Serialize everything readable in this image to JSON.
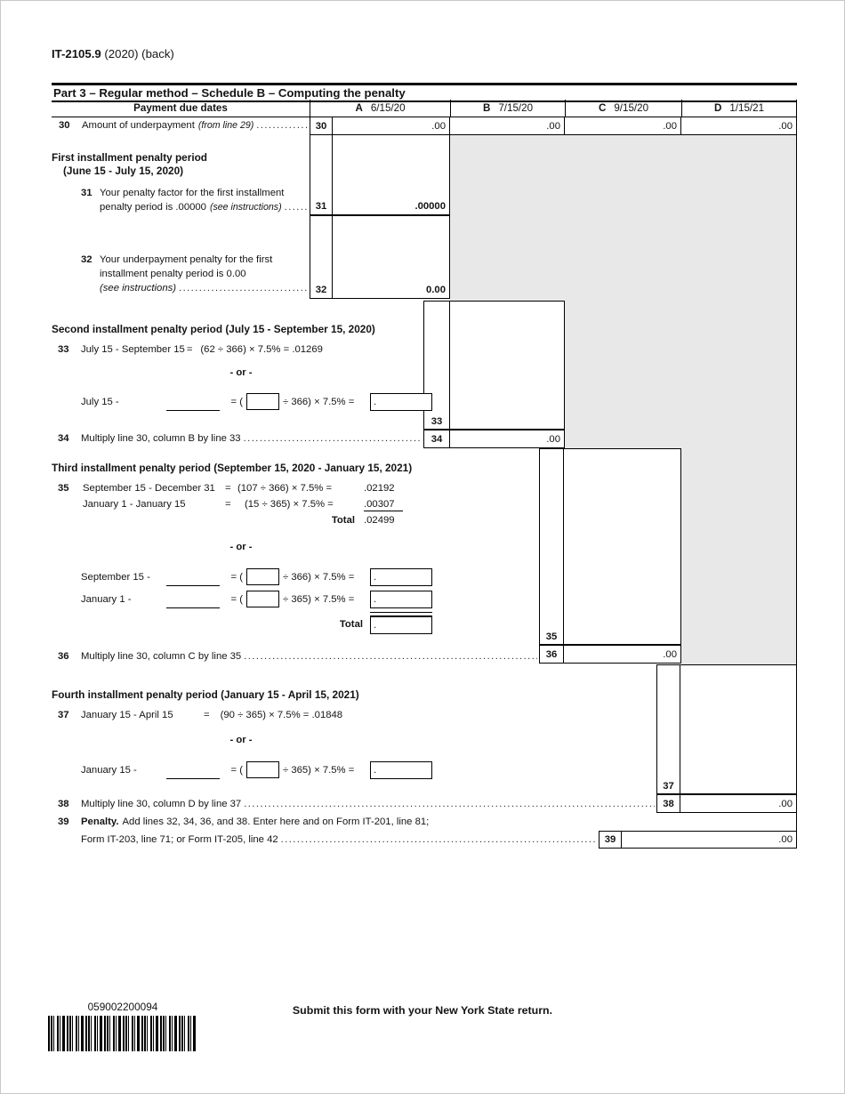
{
  "form_header": {
    "id": "IT-2105.9",
    "suffix": "(2020) (back)"
  },
  "part3": {
    "title": "Part 3 – Regular method – Schedule B – Computing the penalty"
  },
  "table_header": {
    "label": "Payment due dates",
    "columns": [
      {
        "letter": "A",
        "date": "6/15/20"
      },
      {
        "letter": "B",
        "date": "7/15/20"
      },
      {
        "letter": "C",
        "date": "9/15/20"
      },
      {
        "letter": "D",
        "date": "1/15/21"
      }
    ]
  },
  "line30": {
    "num": "30",
    "label": "Amount of underpayment",
    "note": "(from line 29)",
    "values": {
      "a": ".00",
      "b": ".00",
      "c": ".00",
      "d": ".00"
    }
  },
  "first": {
    "heading1": "First installment penalty period",
    "heading2": "(June 15 - July 15, 2020)",
    "line31": {
      "num": "31",
      "text1": "Your penalty factor for the first installment",
      "text2": "penalty period is .00000",
      "note": "(see instructions)",
      "value": ".00000"
    },
    "line32": {
      "num": "32",
      "text1": "Your underpayment penalty for the first",
      "text2": "installment penalty period is 0.00",
      "note": "(see instructions)",
      "value": "0.00"
    }
  },
  "second": {
    "heading": "Second installment penalty period (July 15 - September 15, 2020)",
    "line33": {
      "num": "33",
      "label": "July 15 - September 15",
      "eq": "=",
      "formula": "(62 ÷ 366) × 7.5% = .01269"
    },
    "or": "- or -",
    "alt": {
      "prefix": "July 15 -",
      "eq": "= (",
      "divisor": "÷ 366) × 7.5% =",
      "dot": "."
    },
    "box_num": "33",
    "line34": {
      "num": "34",
      "label": "Multiply line 30, column B by line 33",
      "value": ".00"
    }
  },
  "third": {
    "heading": "Third installment penalty period (September 15, 2020 - January 15, 2021)",
    "line35": {
      "num": "35",
      "row1": {
        "label": "September 15 - December 31",
        "eq": "=",
        "formula": "(107 ÷ 366) × 7.5% =",
        "value": ".02192"
      },
      "row2": {
        "label": "January 1 - January 15",
        "eq": "=",
        "formula": "(15 ÷ 365) × 7.5% =",
        "value": ".00307"
      },
      "total_label": "Total",
      "total_value": ".02499"
    },
    "or": "- or -",
    "alt1": {
      "prefix": "September 15 -",
      "eq": "= (",
      "divisor": "÷ 366) × 7.5% =",
      "dot": "."
    },
    "alt2": {
      "prefix": "January 1 -",
      "eq": "= (",
      "divisor": "÷ 365) × 7.5% =",
      "dot": "."
    },
    "alt_total_label": "Total",
    "alt_total_dot": ".",
    "box_num": "35",
    "line36": {
      "num": "36",
      "label": "Multiply line 30, column C by line 35",
      "value": ".00"
    }
  },
  "fourth": {
    "heading": "Fourth installment penalty period (January 15 - April 15, 2021)",
    "line37": {
      "num": "37",
      "label": "January 15 - April 15",
      "eq": "=",
      "formula": "(90 ÷ 365) × 7.5% = .01848"
    },
    "or": "- or -",
    "alt": {
      "prefix": "January 15 -",
      "eq": "= (",
      "divisor": "÷ 365) × 7.5% =",
      "dot": "."
    },
    "box_num": "37",
    "line38": {
      "num": "38",
      "label": "Multiply line 30, column D by line 37",
      "value": ".00"
    }
  },
  "line39": {
    "num": "39",
    "bold": "Penalty.",
    "text1": "Add lines 32, 34, 36, and 38. Enter here and on Form IT-201, line 81;",
    "text2": "Form IT-203, line 71; or Form IT-205, line 42",
    "value": ".00"
  },
  "footer": {
    "barcode_number": "059002200094",
    "submit": "Submit this form with your New York State return."
  },
  "dots": "........................................................................................................................................"
}
